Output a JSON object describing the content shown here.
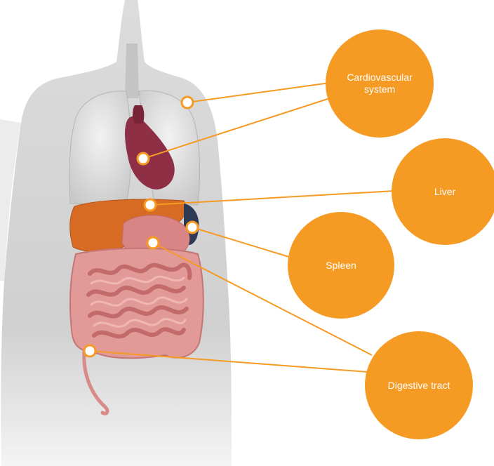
{
  "colors": {
    "accent": "#F59A23",
    "silhouette": "#D4D4D4",
    "connector": "#F59A23"
  },
  "labels": {
    "cardiovascular": "Cardiovascular system",
    "liver": "Liver",
    "spleen": "Spleen",
    "digestive": "Digestive tract"
  }
}
